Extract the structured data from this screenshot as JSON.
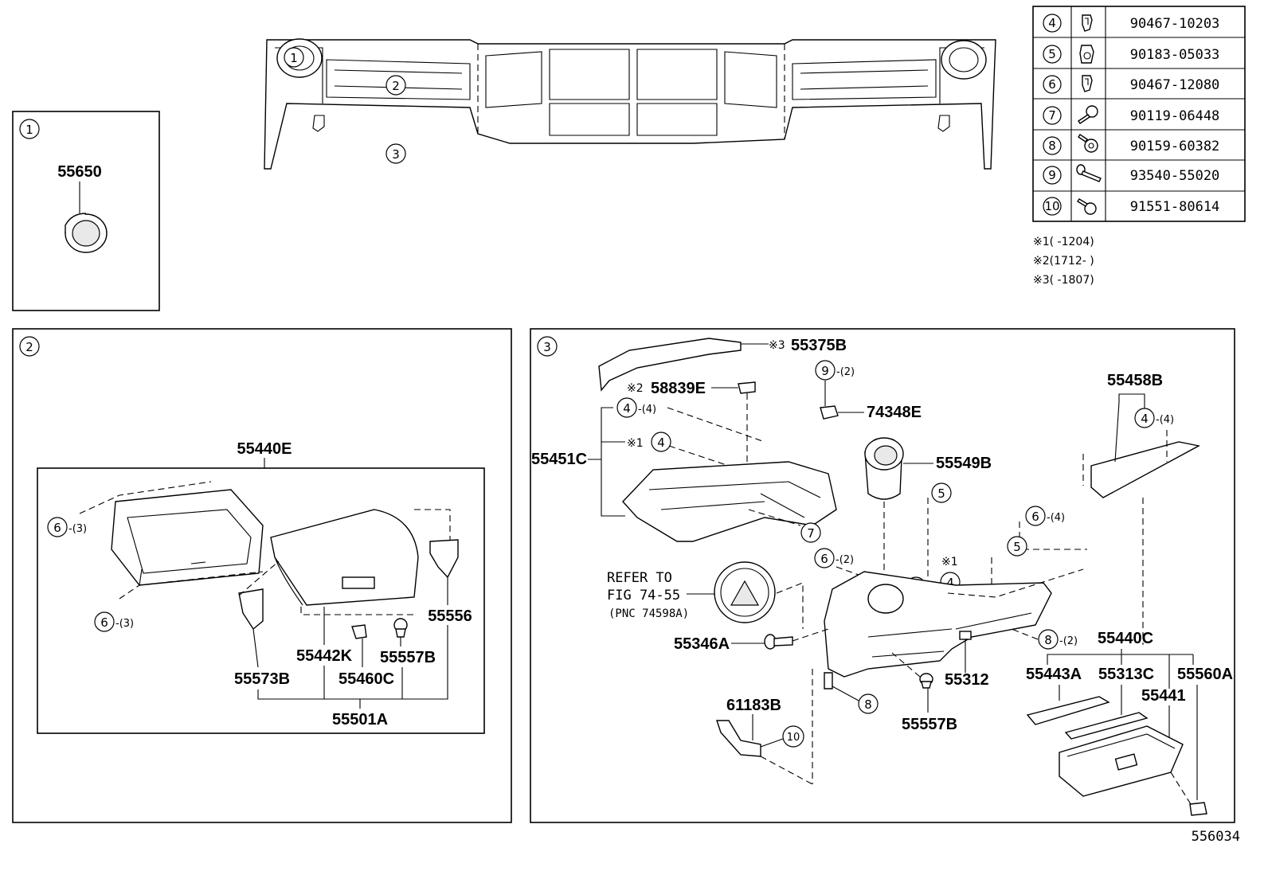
{
  "figure_id": "556034",
  "notes": [
    {
      "mark": "※1",
      "range": "(      -1204)"
    },
    {
      "mark": "※2",
      "range": "(1712-      )"
    },
    {
      "mark": "※3",
      "range": "(      -1807)"
    }
  ],
  "fastener_table": [
    {
      "ref": "4",
      "part": "90467-10203",
      "icon": "clip-icon"
    },
    {
      "ref": "5",
      "part": "90183-05033",
      "icon": "nut-clip-icon"
    },
    {
      "ref": "6",
      "part": "90467-12080",
      "icon": "clip-icon"
    },
    {
      "ref": "7",
      "part": "90119-06448",
      "icon": "bolt-icon"
    },
    {
      "ref": "8",
      "part": "90159-60382",
      "icon": "screw-icon"
    },
    {
      "ref": "9",
      "part": "93540-55020",
      "icon": "screw-icon"
    },
    {
      "ref": "10",
      "part": "91551-80614",
      "icon": "bolt-icon"
    }
  ],
  "overview": {
    "callouts": [
      "1",
      "2",
      "3"
    ]
  },
  "panel1": {
    "index": "1",
    "part": "55650"
  },
  "panel2": {
    "index": "2",
    "labels": {
      "p55440E": "55440E",
      "p55556": "55556",
      "p55442K": "55442K",
      "p55557B": "55557B",
      "p55573B": "55573B",
      "p55460C": "55460C",
      "p55501A": "55501A"
    },
    "callouts": [
      {
        "ref": "6",
        "qty": "-(3)"
      },
      {
        "ref": "6",
        "qty": "-(3)"
      }
    ]
  },
  "panel3": {
    "index": "3",
    "labels": {
      "p55375B": "55375B",
      "p58839E": "58839E",
      "p74348E": "74348E",
      "p55451C": "55451C",
      "p55549B": "55549B",
      "p55458B": "55458B",
      "p55346A": "55346A",
      "p55312": "55312",
      "p55557B": "55557B",
      "p61183B": "61183B",
      "p55440C": "55440C",
      "p55443A": "55443A",
      "p55313C": "55313C",
      "p55560A": "55560A",
      "p55441": "55441"
    },
    "marks": {
      "m3": "※3",
      "m2": "※2",
      "m1a": "※1",
      "m1b": "※1"
    },
    "refer": {
      "line1": "REFER TO",
      "line2": "FIG 74-55",
      "line3": "(PNC 74598A)"
    },
    "callouts": {
      "c9": {
        "ref": "9",
        "qty": "-(2)"
      },
      "c4a": {
        "ref": "4",
        "qty": "-(4)"
      },
      "c4b": {
        "ref": "4",
        "qty": ""
      },
      "c4c": {
        "ref": "4",
        "qty": "-(4)"
      },
      "c4d": {
        "ref": "4",
        "qty": ""
      },
      "c5a": {
        "ref": "5",
        "qty": ""
      },
      "c5b": {
        "ref": "5",
        "qty": ""
      },
      "c6a": {
        "ref": "6",
        "qty": "-(4)"
      },
      "c6b": {
        "ref": "6",
        "qty": "-(2)"
      },
      "c7": {
        "ref": "7",
        "qty": ""
      },
      "c3": {
        "ref": "3",
        "qty": ""
      },
      "c8a": {
        "ref": "8",
        "qty": "-(2)"
      },
      "c8b": {
        "ref": "8",
        "qty": ""
      },
      "c10": {
        "ref": "10",
        "qty": ""
      }
    }
  }
}
